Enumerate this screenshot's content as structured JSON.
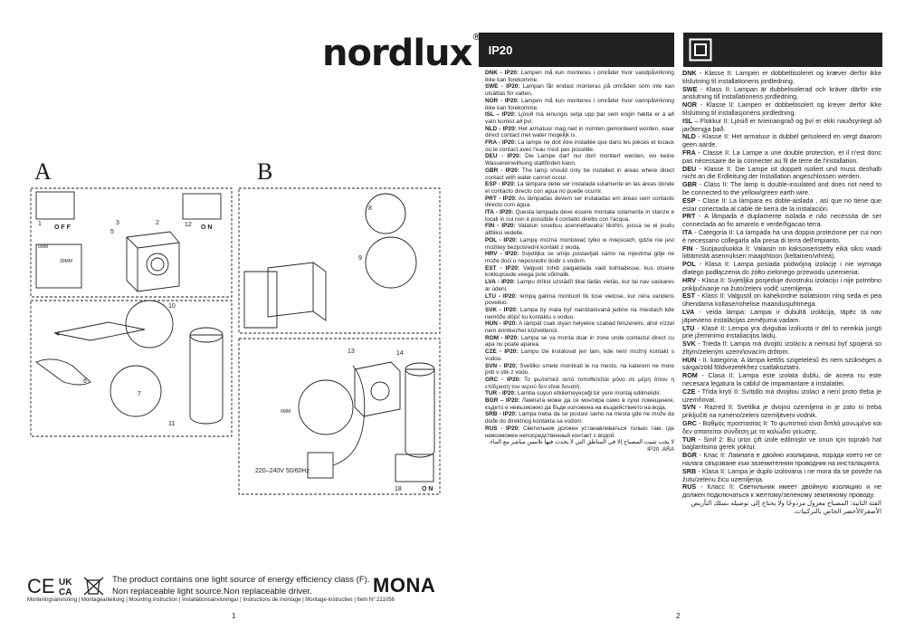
{
  "brand": {
    "logo": "nordlux",
    "registered": "®"
  },
  "figures": {
    "label_a": "A",
    "label_b": "B",
    "voltage": "220–240V 50/60Hz"
  },
  "footer": {
    "energy_line1": "The product contains one light source of energy efficiency class (F).",
    "energy_line2": "Non replaceable light source.Non replaceable driver.",
    "product_name": "MONA",
    "manuals": "Monteringsanvisning | Montageanleitung | Mounting instruction | Installationsanvisningar | Instructions de montage | Montage-instructies | Item N°:211056",
    "page1": "1",
    "page2": "2"
  },
  "cert_marks": {
    "ce": "CE",
    "ukca_top": "UK",
    "ukca_bottom": "CA"
  },
  "ip_section": {
    "badge": "IP20",
    "entries": [
      {
        "code": "DNK - IP20:",
        "text": " Lampen må kun monteres i områder hvor vandpåvirkning ikke kan forekomme."
      },
      {
        "code": "SWE - IP20:",
        "text": " Lampan får endast monteras på områden som inte kan utsättas för vatten."
      },
      {
        "code": "NOR - IP20:",
        "text": " Lampen må kun monteres i områder hvor vannpåvirkning ikke kan forekomme."
      },
      {
        "code": "ISL – IP20:",
        "text": " Ljósið má einungis setja upp þar sem engin hætta er á að vatn komist að því."
      },
      {
        "code": "NLD - IP20:",
        "text": " Het armatuur mag niet in ruimten gemonteerd worden, waar direct contact met water mogelijk is."
      },
      {
        "code": "FRA - IP20:",
        "text": " La lampe ne doit être installée que dans les pièces et locaux où le contact avec l'eau n'est pas possible."
      },
      {
        "code": "DEU - IP20:",
        "text": " Die Lampe darf nur dort montiert werden, wo keine Wassereinwirkung stattfinden kann."
      },
      {
        "code": "GBR - IP20:",
        "text": " The lamp should only be installed in areas where direct contact with water cannot occur."
      },
      {
        "code": "ESP - IP20:",
        "text": " La lámpara debe ser instalada solamente en las áreas donde el contacto directo con agua no puede ocurrir."
      },
      {
        "code": "PRT - IP20:",
        "text": " As lâmpadas devem ser instaladas em áreas sem contacto directo com água."
      },
      {
        "code": "ITA - IP20:",
        "text": " Questa lampada deve essere montata solamente in stanze e locali in cui non è possibile il contatto diretto con l'acqua."
      },
      {
        "code": "FIN - IP20:",
        "text": " Valaisin soveltuu asennettavaksi tiloihin, joissa se ei joudu alttiiksi vedelle."
      },
      {
        "code": "POL - IP20:",
        "text": " Lampę można montować tylko w miejscach, gdzie nie jest możliwy bezpośredni kontakt z wodą."
      },
      {
        "code": "HRV - IP20:",
        "text": " Svjetiljka se smije postavljati samo na mjestima gdje ne može doći u neposredni dodir s vodom."
      },
      {
        "code": "EST - IP20:",
        "text": " Valgusti tohib paigaldada vaid kohtadesse, kus otsene kokkupuude veega pole võimalik."
      },
      {
        "code": "LVA - IP20:",
        "text": " Lampu drīkst uzstādīt tikai tādās vietās, kur tai nav saskares ar ūdeni."
      },
      {
        "code": "LTU - IP20:",
        "text": " Iempą galima montuoti tik tose vietose, kur nėra vandens poveikio."
      },
      {
        "code": "SVK - IP20:",
        "text": " Lampa by mala byť nainštalovaná jedine na miestach kde nemôže dôjsť ku kontaktu s vodou."
      },
      {
        "code": "HUN - IP20:",
        "text": " A lámpát csak olyan helyekre szabad felszerelni, ahol vízzel nem érintkezhet közvetlenül."
      },
      {
        "code": "ROM - IP20:",
        "text": " Lampa se va monta doar in zone unde contactul direct cu apa nu poate aparea."
      },
      {
        "code": "CZE - IP20:",
        "text": " Lampu lze instalovat jen tam, kde není možný kontakt s vodou."
      },
      {
        "code": "SVN - IP20:",
        "text": " Svetilko smete montirati le na mesto, na katerem ne more priti v stik z vodo."
      },
      {
        "code": "GRC - IP20:",
        "text": " Το φωτιστικό αυτό τοποθετείται μόνο σε μέρη όπου η επίδραση του νερού δεν είναι δυνατή."
      },
      {
        "code": "TUR - IP20:",
        "text": " Lamba suyun etkilemeyeceği bir yere montaj edilmelidir."
      },
      {
        "code": "BGR – IP20:",
        "text": " Лампата може да се монтира само в сухи помещения, където е невъзможно да бъде изложена на въздействието на вода."
      },
      {
        "code": "SRB - IP20:",
        "text": " Lampa treba da se postavi samo na mesta gde ne može da dođe do direktnog kontakta sa vodom."
      },
      {
        "code": "RUS - IP20:",
        "text": " Светильник должен устанавливаться только там, где невозможен непосредственный контакт с водой."
      }
    ],
    "arabic": "لا يجب تثبيت المصباح إلا في المناطق التي لا يحدث فيها تلامس مباشر مع الماء. IP20 :ARA"
  },
  "class_section": {
    "entries": [
      {
        "code": "DNK",
        "text": " - Klasse II: Lampen er dobbeltisoleret og kræver derfor ikke tilslutning til installationens jordledning."
      },
      {
        "code": "SWE",
        "text": " - Klass II: Lampan är dubbelisolerad och kräver därför inte anslutning till installationens jordledning."
      },
      {
        "code": "NOR",
        "text": " - Klasse II: Lampen er dobbeltisolert og krever derfor ikke tilslutning til installasjonens jordledning."
      },
      {
        "code": "ISL",
        "text": " – Flokkur II: Ljósið er tvíeinangrað og því er ekki nauðsynlegt að jarðtengja það."
      },
      {
        "code": "NLD",
        "text": " - Klasse II: Het armatuur is dubbel geïsoleerd en vergt daarom geen aarde."
      },
      {
        "code": "FRA",
        "text": " - Classe II: La Lampe a une double protection, et il n'est donc pas nécessaire de la connecter au fil de terre de l'installation."
      },
      {
        "code": "DEU",
        "text": " - Klasse II: Die Lampe ist doppelt isoliert und muss deshalb nicht an die Erdleitung der Installation angeschlossen werden."
      },
      {
        "code": "GBR",
        "text": " - Class II: The lamp is double-insulated and does not need to be connected to the yellow/green earth wire."
      },
      {
        "code": "ESP",
        "text": " - Clase II: La lámpara es doble-aislada , así que no tiene que estar conectada al cable de tierra de la instalación."
      },
      {
        "code": "PRT",
        "text": " - A lâmpada é duplamente isolada e não necessita de ser connectada ao fio amarelo e verde/figacao terra."
      },
      {
        "code": "ITA",
        "text": " - Categoria II: La lampada ha una doppia protezione per cui non è necessario collegarla alla presa di terra dell'impianto."
      },
      {
        "code": "FIN",
        "text": " - Suojausluokka II: Valaisin on kaksoiseristetty eikä siksi vaadi liittämistä asennuksen maajohtoon (keltainen/vihreä)."
      },
      {
        "code": "POL",
        "text": " - Klasa II: Lampa posiada podwójną izolację i nie wymaga dlatego podłączenia do żółto-zielonego przewodu uziemienia."
      },
      {
        "code": "HRV",
        "text": " - Klasa II: Svjetiljka posjeduje dvostruku izolaciju i nije potrebno priključivanje na žuto/zeleni vodič uzemljenja."
      },
      {
        "code": "EST",
        "text": " - Klass II: Valgustil on kahekordne isolatsioon ning seda ei pea ühendama kollase/rohelise maandusjuhtmega."
      },
      {
        "code": "LVA",
        "text": " - veida lampa: Lampai ir dubultā izolācija, tāpēc tā nav jāpievieno instalācijas zemējuma vadam."
      },
      {
        "code": "LTU",
        "text": " - Klasė II: Lempa yra dvigubai izoliuota ir dėl to nereikia jungti prie įžeminimo instaliacijos laidų."
      },
      {
        "code": "SVK",
        "text": " - Trieda II: Lampa má dvojitú izoláciu a nemusí byť spojená so žltým/zeleným uzemňovacím drôtom."
      },
      {
        "code": "HUN",
        "text": " - II. kategória: A lámpa kettős szigetelésű és nem szükséges a sárga/zöld földvezetékhez csatlakoztatni."
      },
      {
        "code": "ROM",
        "text": " - Clasa II: Lampa este izolata dublu, de aceea nu este necesara legatura la cablul de impamantare a instalatiei."
      },
      {
        "code": "CZE",
        "text": " - Třída krytí II: Svítidlo má dvojitou izolaci a není proto třeba je uzemňovat."
      },
      {
        "code": "SVN",
        "text": " - Razred II: Svetilka je dvojno ozemljena in je zato ni treba priključiti na rumeno/zeleni ozemljitveni vodnik."
      },
      {
        "code": "GRC",
        "text": " - Βαθμός προστασίας II: Το φωτιστικό είναι διπλά μονωμένο και δεν απαιτείται σύνδεση με το καλώδιο γείωσης."
      },
      {
        "code": "TUR",
        "text": " - Sinif 2: Bu ürün çift izole edilmiştir ve onun için topraklı hat baglantisina gerek yoktur."
      },
      {
        "code": "BGR",
        "text": " - Клас II: Лампата е двойно изолирана, поради което не се налага свързване към заземителния проводник на инсталацията."
      },
      {
        "code": "SRB",
        "text": " - Klasa II: Lampa je duplo izolovana i ne mora da se poveže na žutu/zelenu žicu uzemljenja."
      },
      {
        "code": "RUS",
        "text": " - Класс II: Светильник имеет двойную изоляцию и не должен подключаться к желтому/зеленому земляному проводу."
      }
    ],
    "arabic": "الفئة الثانية: المصباح معزول مزدوجًا ولا يحتاج إلى توصيله بسلك التأريض الأصفر/الأخضر الخاص بالتركيبات."
  },
  "illustration": {
    "step_labels": [
      "1",
      "2",
      "3",
      "4",
      "5",
      "6",
      "7",
      "8",
      "9",
      "10",
      "11",
      "12",
      "13",
      "14",
      "18"
    ],
    "off_label": "O F F",
    "on_label": "O N",
    "wire_label": "6MM",
    "wire_label2": "30MM",
    "colors": {
      "ink": "#222222",
      "paper": "#ffffff"
    }
  }
}
